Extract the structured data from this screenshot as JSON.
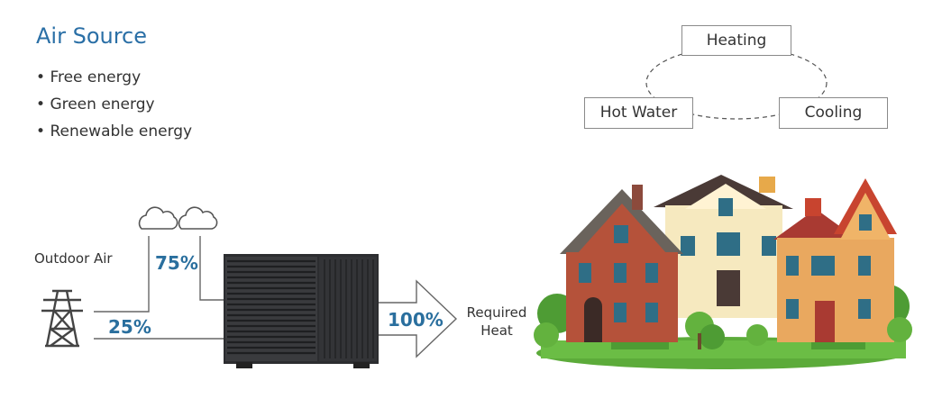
{
  "header": {
    "title": "Air Source",
    "bullets": [
      "Free energy",
      "Green energy",
      "Renewable energy"
    ]
  },
  "cycle": {
    "heating": "Heating",
    "hot_water": "Hot Water",
    "cooling": "Cooling"
  },
  "flow": {
    "outdoor_air_label": "Outdoor Air",
    "air_percent": "75%",
    "grid_percent": "25%",
    "output_percent": "100%",
    "required_label_1": "Required",
    "required_label_2": "Heat"
  },
  "colors": {
    "accent": "#2a6fa6",
    "percent": "#2a6f9e"
  },
  "icons": [
    "cloud-icon",
    "transmission-tower-icon",
    "heat-pump-unit",
    "arrow-icon",
    "houses-illustration"
  ]
}
